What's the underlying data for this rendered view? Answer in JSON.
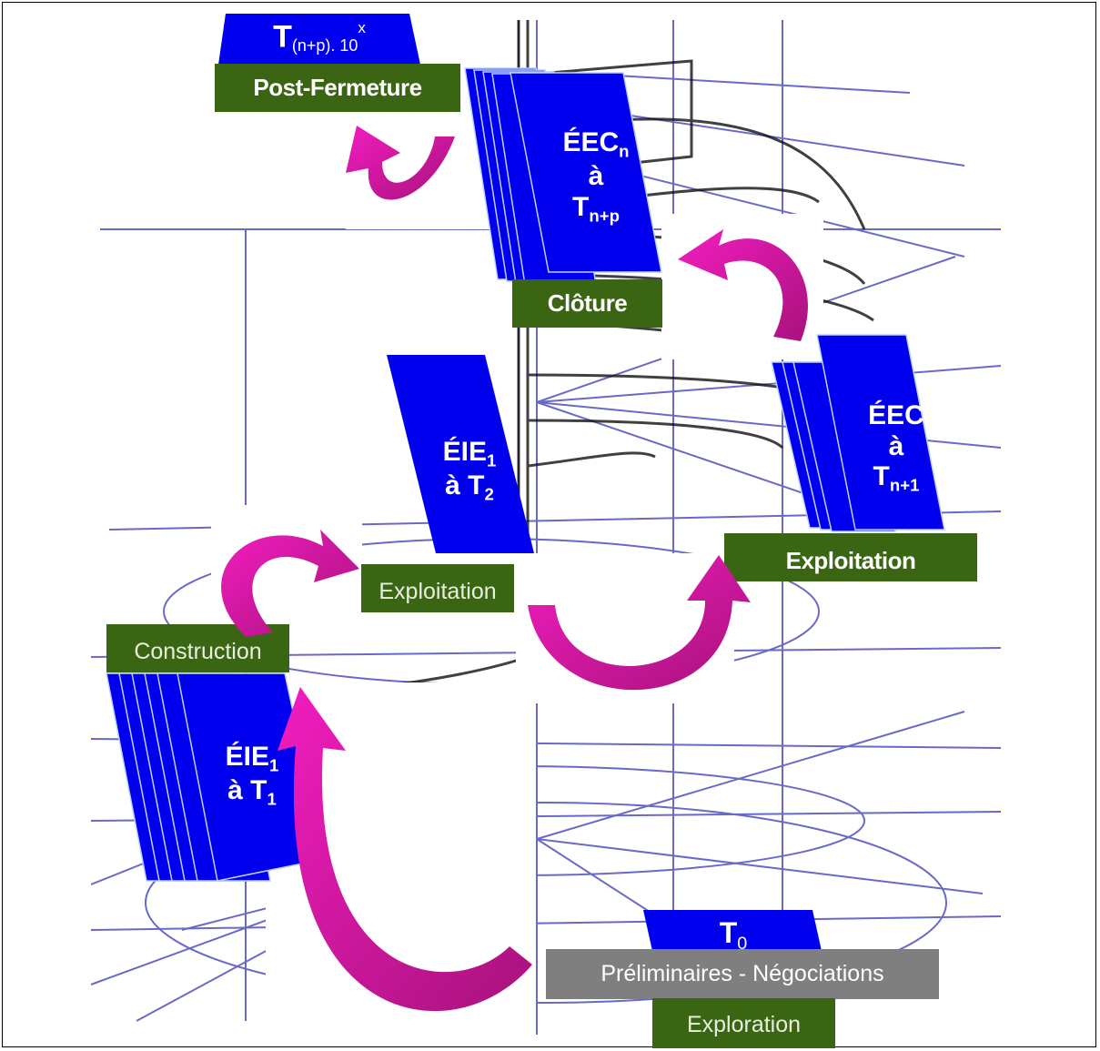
{
  "colors": {
    "box_blue": "#0000ee",
    "label_green": "#3a6513",
    "label_gray": "#7f7f7f",
    "arrow_magenta": "#ee1ab6",
    "arrow_dark": "#a8127c",
    "sketch_blue": "#3030b0"
  },
  "stages": {
    "top_time": {
      "main": "T",
      "sub": "(n+p). 10",
      "sup": "x"
    },
    "post_fermeture": "Post-Fermeture",
    "eec_n": {
      "line1": "ÉEC",
      "line1_sub": "n",
      "line2": "à",
      "line3": "T",
      "line3_sub": "n+p"
    },
    "cloture": "Clôture",
    "eie_t2": {
      "line1": "ÉIE",
      "line1_sub": "1",
      "line2": "à T",
      "line2_sub": "2"
    },
    "eec_n1": {
      "line1": "ÉEC",
      "line2": "à",
      "line3": "T",
      "line3_sub": "n+1"
    },
    "exploitation_bold": "Exploitation",
    "exploitation_plain": "Exploitation",
    "construction": "Construction",
    "eie_t1": {
      "line1": "ÉIE",
      "line1_sub": "1",
      "line2": "à T",
      "line2_sub": "1"
    },
    "t0": {
      "main": "T",
      "sub": "0"
    },
    "preliminaires": "Préliminaires - Négociations",
    "exploration": "Exploration"
  }
}
